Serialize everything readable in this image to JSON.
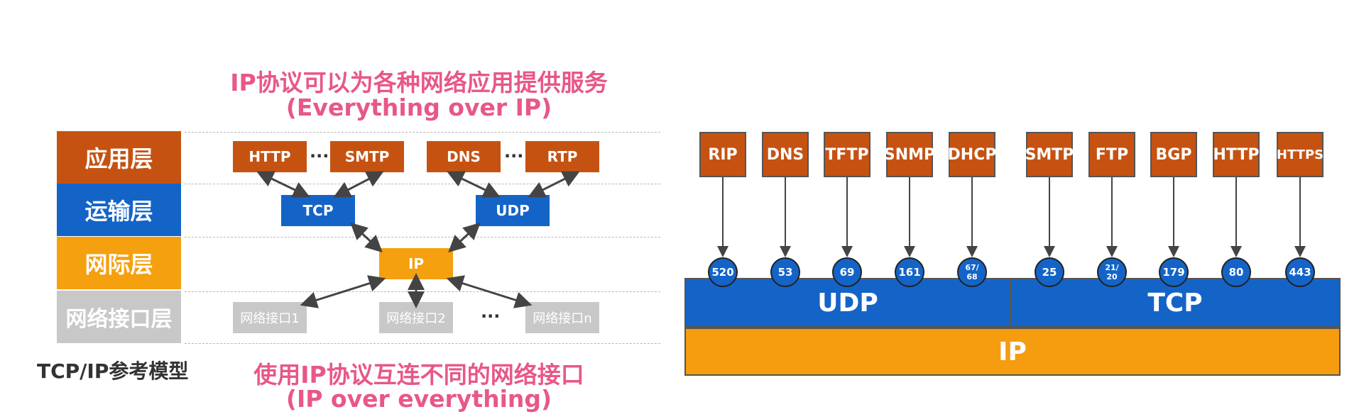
{
  "left": {
    "top_caption_line1": "IP协议可以为各种网络应用提供服务",
    "top_caption_line2": "(Everything over IP)",
    "bottom_caption_line1": "使用IP协议互连不同的网络接口",
    "bottom_caption_line2": "(IP over everything)",
    "model_label": "TCP/IP参考模型",
    "layers": [
      "应用层",
      "运输层",
      "网际层",
      "网络接口层"
    ],
    "app_protocols": [
      "HTTP",
      "SMTP",
      "DNS",
      "RTP"
    ],
    "transport_protocols": [
      "TCP",
      "UDP"
    ],
    "network_protocol": "IP",
    "interfaces": [
      "网络接口1",
      "网络接口2",
      "网络接口n"
    ],
    "ellipsis": "···"
  },
  "right": {
    "apps": [
      "RIP",
      "DNS",
      "TFTP",
      "SNMP",
      "DHCP",
      "SMTP",
      "FTP",
      "BGP",
      "HTTP",
      "HTTPS"
    ],
    "ports": [
      "520",
      "53",
      "69",
      "161",
      "67/68",
      "25",
      "21/20",
      "179",
      "80",
      "443"
    ],
    "udp_label": "UDP",
    "tcp_label": "TCP",
    "ip_label": "IP"
  },
  "colors": {
    "application": "#c65212",
    "transport": "#1464c8",
    "network": "#f5a00f",
    "interface": "#c8c8c8",
    "caption": "#e8578a"
  }
}
